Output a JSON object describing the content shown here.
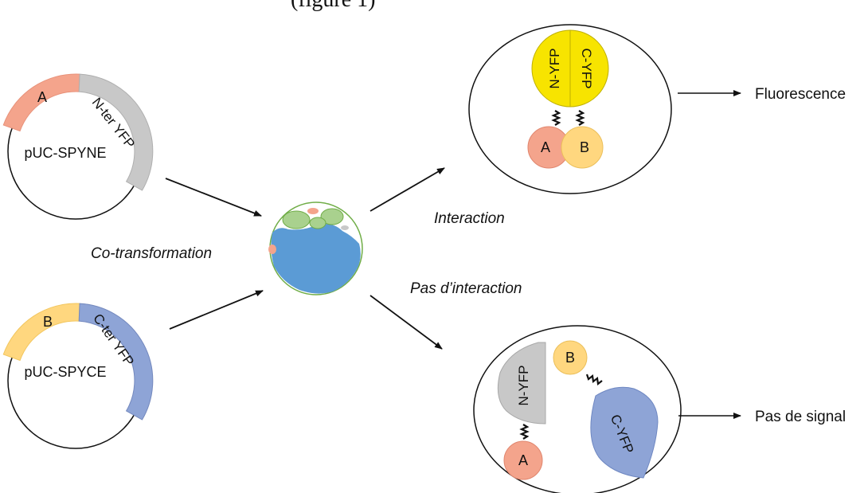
{
  "top_fragment": "(figure 1)",
  "plasmid_top": {
    "name": "pUC-SPYNE",
    "insert_label": "A",
    "tag_label": "N-ter YFP"
  },
  "plasmid_bottom": {
    "name": "pUC-SPYCE",
    "insert_label": "B",
    "tag_label": "C-ter YFP"
  },
  "step_label": "Co-transformation",
  "branch_interaction": "Interaction",
  "branch_no_interaction": "Pas d’interaction",
  "cell_interaction": {
    "n_half": "N-YFP",
    "c_half": "C-YFP",
    "protein_a": "A",
    "protein_b": "B"
  },
  "cell_no_interaction": {
    "n_half": "N-YFP",
    "c_half": "C-YFP",
    "protein_a": "A",
    "protein_b": "B"
  },
  "result_positive": "Fluorescence",
  "result_negative": "Pas de signal",
  "colors": {
    "salmon": "#F4A48C",
    "grey": "#C8C8C8",
    "yellow_light": "#FFD77F",
    "blue_tag": "#8EA4D6",
    "yfp_yellow": "#F7E400",
    "protoplast_blue": "#5B9BD5",
    "chloroplast_green": "#A9D18E"
  }
}
